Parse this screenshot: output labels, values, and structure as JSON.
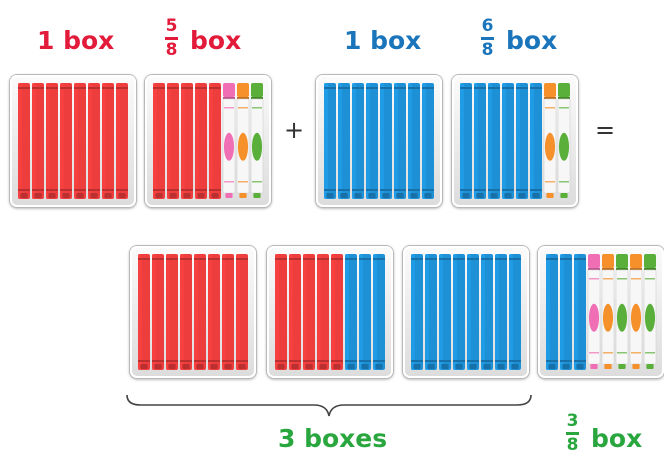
{
  "labels": {
    "box1": "1 box",
    "frac1_word": "box",
    "box2": "1 box",
    "frac2_word": "box",
    "total": "3 boxes",
    "frac3_word": "box"
  },
  "fractions": {
    "f1": {
      "num": "5",
      "den": "8"
    },
    "f2": {
      "num": "6",
      "den": "8"
    },
    "f3": {
      "num": "3",
      "den": "8"
    }
  },
  "operators": {
    "plus": "+",
    "equals": "="
  },
  "colors": {
    "red_text": "#e31b3b",
    "blue_text": "#1a75bb",
    "green_text": "#2aa63f",
    "marker_red": "#ee3d3d",
    "marker_blue": "#1e90d6",
    "marker_pink": "#f06fb4",
    "marker_orange": "#f5902a",
    "marker_green": "#5aaf3a"
  },
  "boxes": [
    {
      "name": "top-box-1",
      "markers": [
        "red",
        "red",
        "red",
        "red",
        "red",
        "red",
        "red",
        "red"
      ]
    },
    {
      "name": "top-box-2",
      "markers": [
        "red",
        "red",
        "red",
        "red",
        "red",
        "pink",
        "orange",
        "green"
      ]
    },
    {
      "name": "top-box-3",
      "markers": [
        "blue",
        "blue",
        "blue",
        "blue",
        "blue",
        "blue",
        "blue",
        "blue"
      ]
    },
    {
      "name": "top-box-4",
      "markers": [
        "blue",
        "blue",
        "blue",
        "blue",
        "blue",
        "blue",
        "orange",
        "green"
      ]
    },
    {
      "name": "bottom-box-1",
      "markers": [
        "red",
        "red",
        "red",
        "red",
        "red",
        "red",
        "red",
        "red"
      ]
    },
    {
      "name": "bottom-box-2",
      "markers": [
        "red",
        "red",
        "red",
        "red",
        "red",
        "blue",
        "blue",
        "blue"
      ]
    },
    {
      "name": "bottom-box-3",
      "markers": [
        "blue",
        "blue",
        "blue",
        "blue",
        "blue",
        "blue",
        "blue",
        "blue"
      ]
    },
    {
      "name": "bottom-box-4",
      "markers": [
        "blue",
        "blue",
        "blue",
        "pink",
        "orange",
        "green",
        "orange",
        "green"
      ]
    }
  ]
}
